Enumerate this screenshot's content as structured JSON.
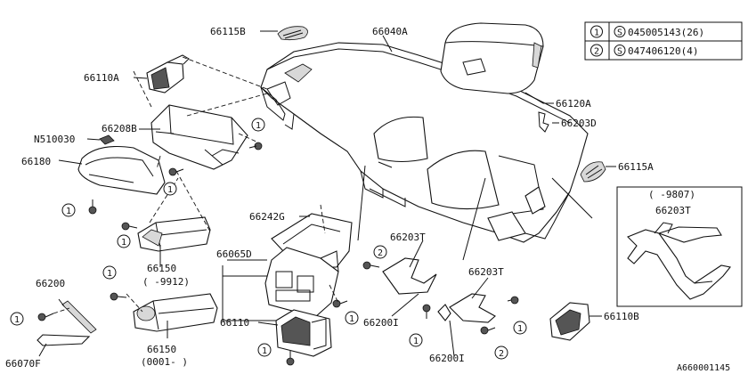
{
  "labels": {
    "p66115B": "66115B",
    "p66040A": "66040A",
    "p66110A": "66110A",
    "p66120A": "66120A",
    "p66203D": "66203D",
    "p66208B": "66208B",
    "pN510030": "N510030",
    "p66180": "66180",
    "p66115A": "66115A",
    "p66242G": "66242G",
    "p66065D": "66065D",
    "p66203T_a": "66203T",
    "p66203T_b": "66203T",
    "p66203T_c": "66203T",
    "p66150_a": "66150",
    "p66150_a_range": "(  -9912)",
    "p66150_b": "66150",
    "p66150_b_range": "(0001-  )",
    "p66200": "66200",
    "p66070F": "66070F",
    "p66110": "66110",
    "p66200I_a": "66200I",
    "p66200I_b": "66200I",
    "p66110B": "66110B",
    "inset_range": "(  -9807)",
    "diagram_id": "A660001145"
  },
  "callout_numbers": {
    "one": "1",
    "two": "2"
  },
  "legend": {
    "rows": [
      {
        "num": "1",
        "symbol": "S",
        "part": "045005143(26)"
      },
      {
        "num": "2",
        "symbol": "S",
        "part": "047406120(4)"
      }
    ]
  }
}
